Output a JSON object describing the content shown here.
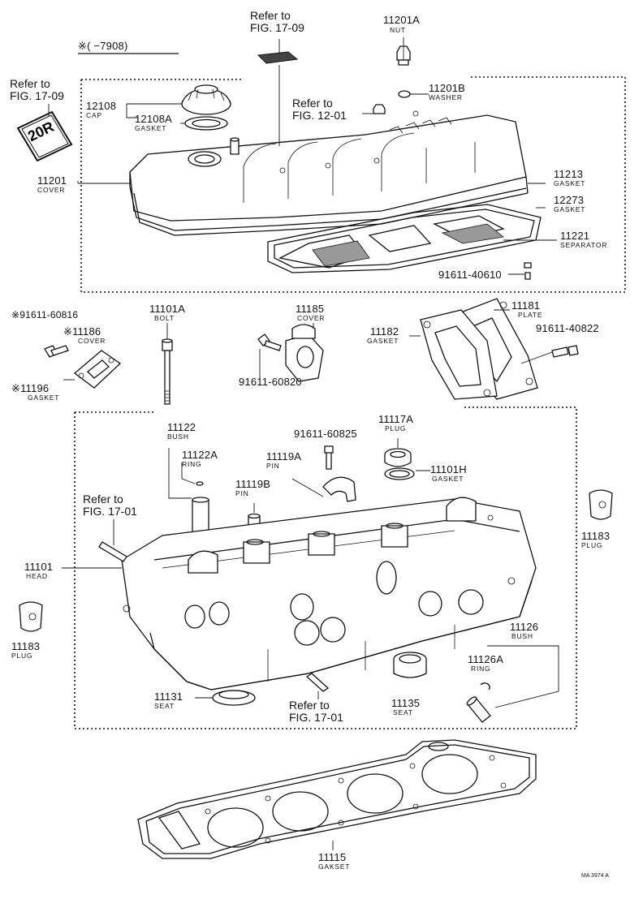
{
  "variant_note": "※(      −7908)",
  "refs": {
    "fig_17_09_top": [
      "Refer to",
      "FIG. 17-09"
    ],
    "fig_17_09_left": [
      "Refer to",
      "FIG. 17-09"
    ],
    "fig_12_01": [
      "Refer to",
      "FIG. 12-01"
    ],
    "fig_17_01_left": [
      "Refer to",
      "FIG. 17-01"
    ],
    "fig_17_01_bottom": [
      "Refer to",
      "FIG. 17-01"
    ]
  },
  "badge_text": "20R",
  "parts": {
    "p11201A": {
      "num": "11201A",
      "name": "NUT"
    },
    "p11201B": {
      "num": "11201B",
      "name": "WASHER"
    },
    "p12108": {
      "num": "12108",
      "name": "CAP"
    },
    "p12108A": {
      "num": "12108A",
      "name": "GASKET"
    },
    "p11201": {
      "num": "11201",
      "name": "COVER"
    },
    "p11213": {
      "num": "11213",
      "name": "GASKET"
    },
    "p12273": {
      "num": "12273",
      "name": "GASKET"
    },
    "p11221": {
      "num": "11221",
      "name": "SEPARATOR"
    },
    "p91611_40610": {
      "num": "91611-40610"
    },
    "p91611_60816": {
      "num": "※91611-60816"
    },
    "p11186": {
      "num": "※11186",
      "name": "COVER"
    },
    "p11196": {
      "num": "※11196",
      "name": "GASKET"
    },
    "p11101A": {
      "num": "11101A",
      "name": "BOLT"
    },
    "p11185": {
      "num": "11185",
      "name": "COVER"
    },
    "p91611_60820": {
      "num": "91611-60820"
    },
    "p11182": {
      "num": "11182",
      "name": "GASKET"
    },
    "p11181": {
      "num": "11181",
      "name": "PLATE"
    },
    "p91611_40822": {
      "num": "91611-40822"
    },
    "p11122": {
      "num": "11122",
      "name": "BUSH"
    },
    "p11122A": {
      "num": "11122A",
      "name": "RING"
    },
    "p91611_60825": {
      "num": "91611-60825"
    },
    "p11117A": {
      "num": "11117A",
      "name": "PLUG"
    },
    "p11119A": {
      "num": "11119A",
      "name": "PIN"
    },
    "p11101H": {
      "num": "11101H",
      "name": "GASKET"
    },
    "p11119B": {
      "num": "11119B",
      "name": "PIN"
    },
    "p11183_right": {
      "num": "11183",
      "name": "PLUG"
    },
    "p11101": {
      "num": "11101",
      "name": "HEAD"
    },
    "p11183_left": {
      "num": "11183",
      "name": "PLUG"
    },
    "p11126": {
      "num": "11126",
      "name": "BUSH"
    },
    "p11126A": {
      "num": "11126A",
      "name": "RING"
    },
    "p11131": {
      "num": "11131",
      "name": "SEAT"
    },
    "p11135": {
      "num": "11135",
      "name": "SEAT"
    },
    "p11115": {
      "num": "11115",
      "name": "GAKSET"
    }
  },
  "footer_code": "MA 3974 A"
}
